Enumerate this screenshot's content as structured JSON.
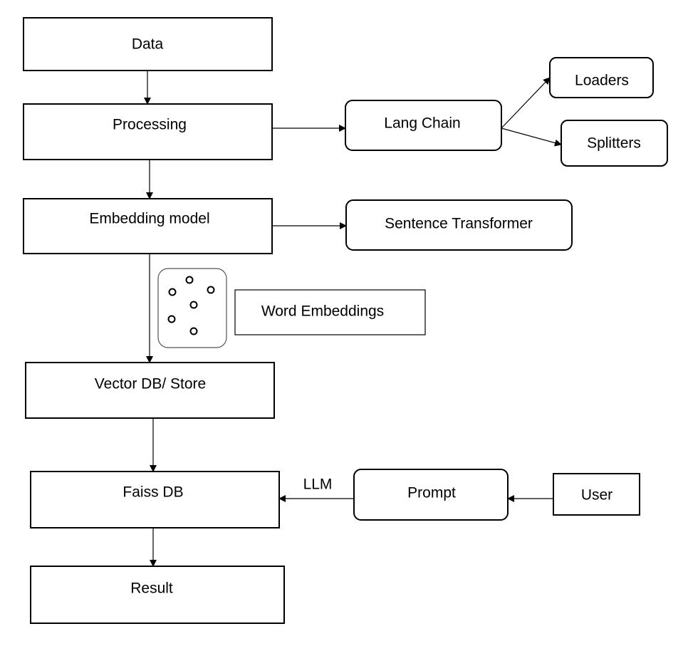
{
  "nodes": {
    "data": "Data",
    "processing": "Processing",
    "embedding_model": "Embedding model",
    "vector_db": "Vector DB/ Store",
    "faiss_db": "Faiss DB",
    "result": "Result",
    "lang_chain": "Lang Chain",
    "loaders": "Loaders",
    "splitters": "Splitters",
    "sentence_transformer": "Sentence Transformer",
    "word_embeddings": "Word Embeddings",
    "prompt": "Prompt",
    "user": "User"
  },
  "edge_labels": {
    "llm": "LLM"
  }
}
